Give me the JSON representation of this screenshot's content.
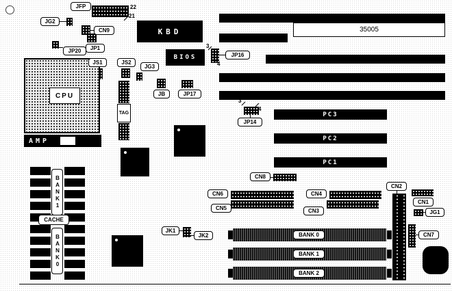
{
  "board": {
    "connectors": {
      "jfp": "JFP",
      "jg2": "JG2",
      "cn9": "CN9",
      "jp1": "JP1",
      "jp20": "JP20",
      "js1": "JS1",
      "js2": "JS2",
      "jg3": "JG3",
      "jb": "JB",
      "jp17": "JP17",
      "jp16": "JP16",
      "jp14": "JP14",
      "jk1": "JK1",
      "jk2": "JK2",
      "cn8": "CN8",
      "cn6": "CN6",
      "cn5": "CN5",
      "cn4": "CN4",
      "cn3": "CN3",
      "cn2": "CN2",
      "cn1": "CN1",
      "jg1": "JG1",
      "cn7": "CN7"
    },
    "chips": {
      "kbd": "KBD",
      "bios": "BIOS",
      "cpu": "CPU",
      "amp": "AMP",
      "asic": "35005",
      "tag": "TAG"
    },
    "slots": {
      "pc1": "PC1",
      "pc2": "PC2",
      "pc3": "PC3"
    },
    "simm": {
      "bank0": "BANK 0",
      "bank1": "BANK 1",
      "bank2": "BANK 2"
    },
    "cache": {
      "bank1": "BANK1",
      "label": "CACHE",
      "bank0": "BANK0"
    },
    "pin_numbers": {
      "jfp_pin22": "22",
      "jfp_pin21": "21",
      "jp16_pin3": "3",
      "jp16_pin4": "4",
      "jp14_pin3": "3",
      "jp14_pin4": "4"
    },
    "colors": {
      "silkscreen": "#000000",
      "board": "#ffffff"
    }
  }
}
